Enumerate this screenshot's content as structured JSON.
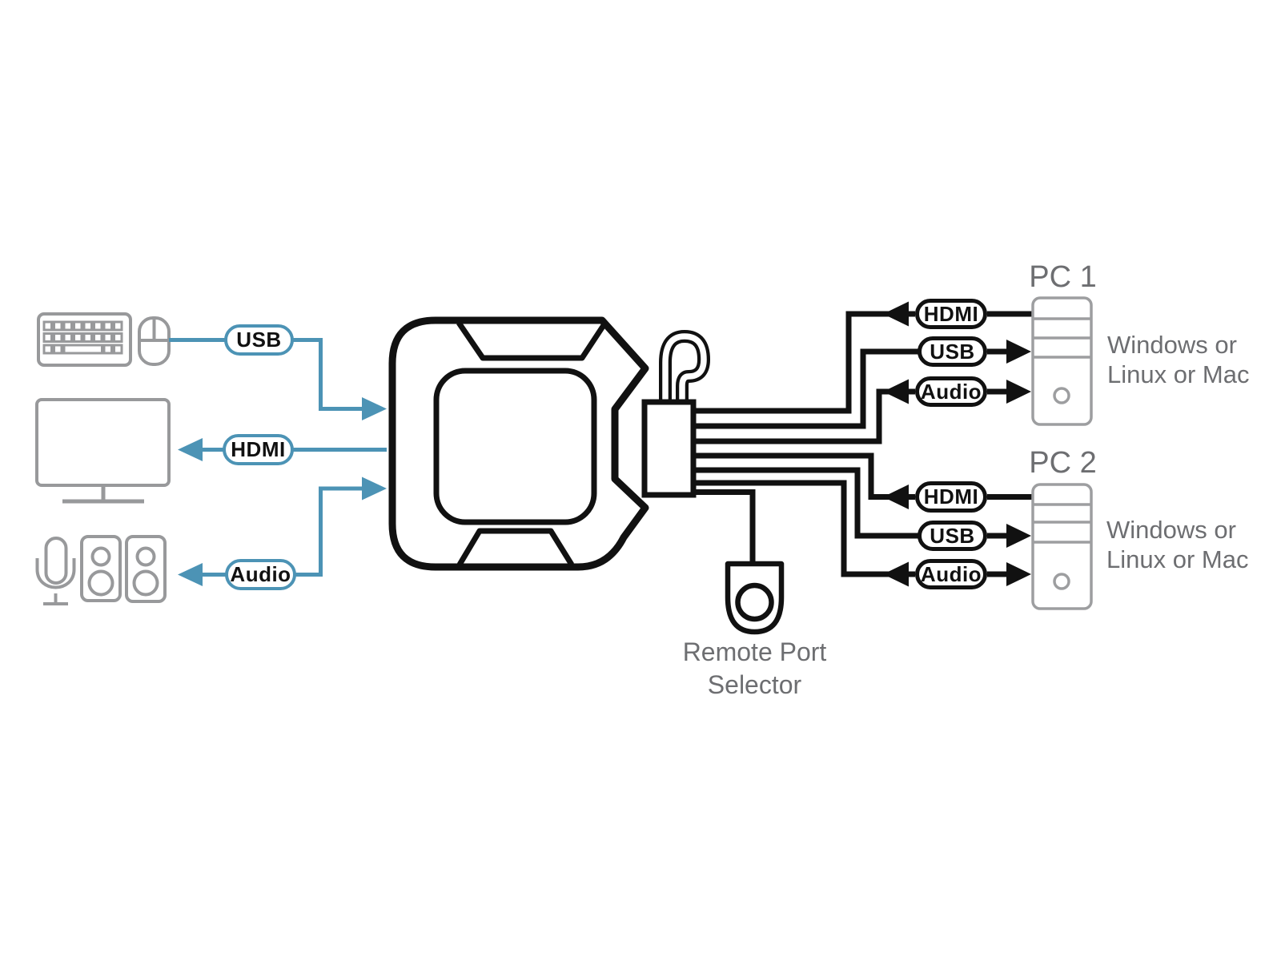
{
  "console": {
    "devices": [
      "keyboard-icon",
      "mouse-icon",
      "monitor-icon",
      "microphone-icon",
      "speaker-icon",
      "speaker-icon"
    ],
    "usb_label": "USB",
    "hdmi_label": "HDMI",
    "audio_label": "Audio"
  },
  "kvm": {
    "icon": "kvm-switch-icon",
    "parts": [
      "cable-hook-icon",
      "cable-connector-block",
      "cable-bundle"
    ]
  },
  "selector": {
    "icon": "remote-port-selector-icon",
    "label_line1": "Remote Port",
    "label_line2": "Selector"
  },
  "pc1": {
    "title": "PC 1",
    "icon": "pc-tower-icon",
    "hdmi_label": "HDMI",
    "usb_label": "USB",
    "audio_label": "Audio",
    "os_line1": "Windows or",
    "os_line2": "Linux or Mac"
  },
  "pc2": {
    "title": "PC 2",
    "icon": "pc-tower-icon",
    "hdmi_label": "HDMI",
    "usb_label": "USB",
    "audio_label": "Audio",
    "os_line1": "Windows or",
    "os_line2": "Linux or Mac"
  },
  "colors": {
    "accent_blue": "#4C93B5",
    "cable_black": "#111111",
    "icon_gray": "#98999B",
    "tower_gray": "#9D9EA0",
    "text_gray": "#6D6E71"
  }
}
